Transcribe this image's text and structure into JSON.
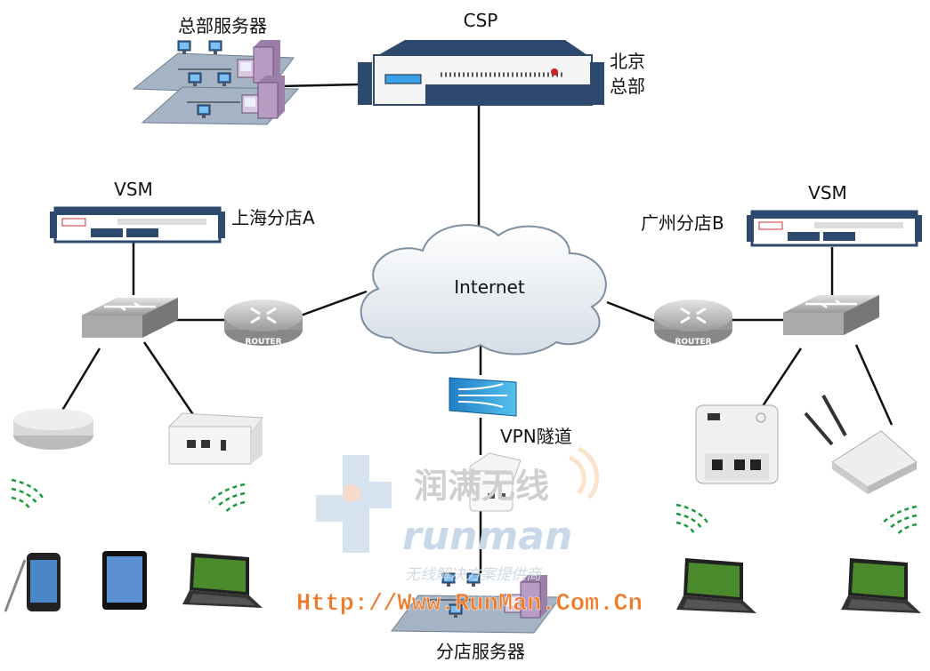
{
  "labels": {
    "hq_server": "总部服务器",
    "csp": "CSP",
    "beijing_line1": "北京",
    "beijing_line2": "总部",
    "vsm_left": "VSM",
    "shanghai": "上海分店A",
    "vsm_right": "VSM",
    "guangzhou": "广州分店B",
    "internet": "Internet",
    "router_left": "ROUTER",
    "router_right": "ROUTER",
    "vpn": "VPN隧道",
    "branch_server": "分店服务器"
  },
  "watermark": {
    "brand_cn": "润满无线",
    "brand_en": "runman",
    "tagline": "无线解决方案提供商",
    "url": "Http://Www.RunMan.Com.Cn"
  },
  "colors": {
    "link": "#111111",
    "wifi": "#1a9a3a",
    "device_navy": "#2d4a6e",
    "url_orange": "#f07a2a",
    "watermark_blue": "#c9d8e8"
  }
}
